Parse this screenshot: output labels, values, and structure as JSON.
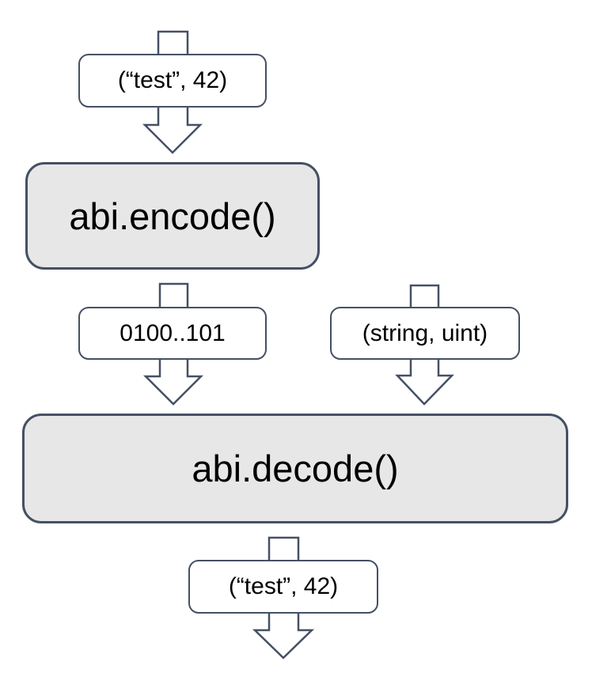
{
  "theme": {
    "canvas-bg": "#ffffff",
    "stroke": "#455064",
    "gray-fill": "#e7e7e7",
    "white-fill": "#ffffff",
    "arrow-fill": "#ffffff",
    "text": "#000000"
  },
  "nodes": {
    "input_tuple": {
      "label": "(“test”, 42)"
    },
    "encode": {
      "label": "abi.encode()"
    },
    "encoded_bytes": {
      "label": "0100..101"
    },
    "types_tuple": {
      "label": "(string, uint)"
    },
    "decode": {
      "label": "abi.decode()"
    },
    "output_tuple": {
      "label": "(“test”, 42)"
    }
  }
}
